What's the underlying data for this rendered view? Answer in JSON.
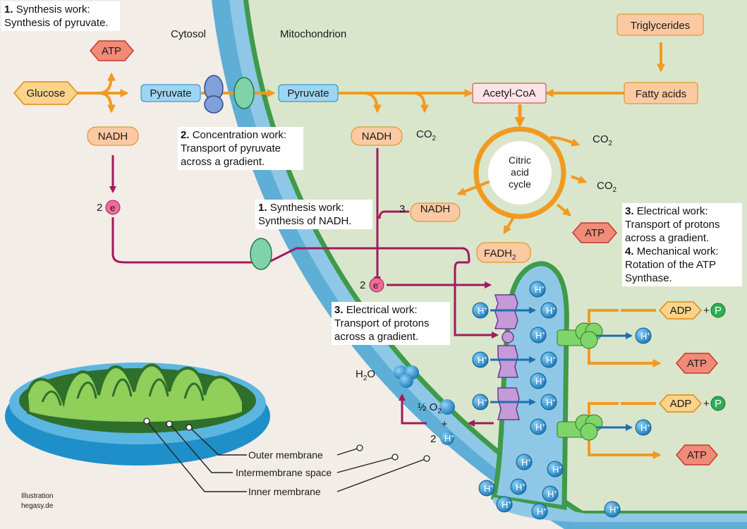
{
  "regions": {
    "cytosol": "Cytosol",
    "mitochondrion": "Mitochondrion"
  },
  "boxes": {
    "synthesis_pyruvate": {
      "num": "1.",
      "title": "Synthesis work:",
      "body": "Synthesis of pyruvate."
    },
    "concentration": {
      "num": "2.",
      "title": "Concentration work:",
      "line1": "Transport of pyruvate",
      "line2": "across a gradient."
    },
    "synthesis_nadh": {
      "num": "1.",
      "title": "Synthesis work:",
      "body": "Synthesis of NADH."
    },
    "electrical_mid": {
      "num": "3.",
      "title": "Electrical work:",
      "line1": "Transport of protons",
      "line2": "across a gradient."
    },
    "electrical_right": {
      "num": "3.",
      "title": "Electrical work:",
      "line1": "Transport of protons",
      "line2": "across a gradient."
    },
    "mechanical_right": {
      "num": "4.",
      "title": "Mechanical work:",
      "line1": "Rotation of the ATP",
      "line2": "Synthase."
    }
  },
  "molecules": {
    "atp": "ATP",
    "glucose": "Glucose",
    "pyruvate": "Pyruvate",
    "nadh": "NADH",
    "co2": "CO",
    "co2_sub": "2",
    "acetyl_coa": "Acetyl-CoA",
    "triglycerides": "Triglycerides",
    "fatty_acids": "Fatty acids",
    "fadh": "FADH",
    "fadh_sub": "2",
    "adp": "ADP",
    "phosphate": "P",
    "plus": "+",
    "h2o": "H",
    "h2o_sub": "2",
    "h2o_o": "O",
    "half_o2": "½ O",
    "half_o2_sub": "2",
    "proton": "H",
    "proton_sup": "+",
    "electron": "e",
    "electron_sup": "-"
  },
  "counts": {
    "two": "2",
    "three": "3"
  },
  "cycle": {
    "line1": "Citric",
    "line2": "acid",
    "line3": "cycle"
  },
  "labels": {
    "outer": "Outer membrane",
    "intermembrane": "Intermembrane space",
    "inner": "Inner membrane"
  },
  "credit": {
    "line1": "Illustration",
    "line2": "hegasy.de"
  },
  "colors": {
    "background": "#f3ede8",
    "matrix": "#d9e6cc",
    "intermembrane": "#6fb7de",
    "membrane": "#2f86c0",
    "inner_membrane": "#3f9a4a",
    "arrow_orange": "#f29a1f",
    "arrow_purple": "#a3195b",
    "proton": "#1a90d0"
  }
}
